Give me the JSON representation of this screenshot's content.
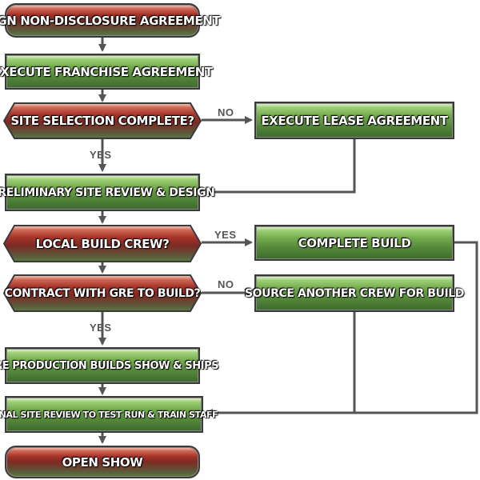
{
  "nodes": {
    "sign_nda": "SIGN NON-DISCLOSURE AGREEMENT",
    "execute_franchise": "EXECUTE FRANCHISE AGREEMENT",
    "site_selection": "SITE SELECTION COMPLETE?",
    "execute_lease": "EXECUTE LEASE AGREEMENT",
    "preliminary_review": "PRELIMINARY SITE REVIEW & DESIGN",
    "local_build_crew": "LOCAL BUILD CREW?",
    "complete_build": "COMPLETE BUILD",
    "contract_gre": "CONTRACT WITH GRE TO BUILD?",
    "source_crew": "SOURCE ANOTHER CREW FOR BUILD",
    "gre_production": "GRE PRODUCTION BUILDS SHOW & SHIPS",
    "final_review": "FINAL SITE REVIEW TO TEST RUN & TRAIN STAFF",
    "open_show": "OPEN SHOW"
  },
  "edge_labels": {
    "site_no": "NO",
    "site_yes": "YES",
    "crew_yes": "YES",
    "gre_no": "NO",
    "gre_yes": "YES"
  },
  "colors": {
    "terminal_red": "#7d2a22",
    "process_green": "#55883a",
    "connector": "#555555"
  }
}
